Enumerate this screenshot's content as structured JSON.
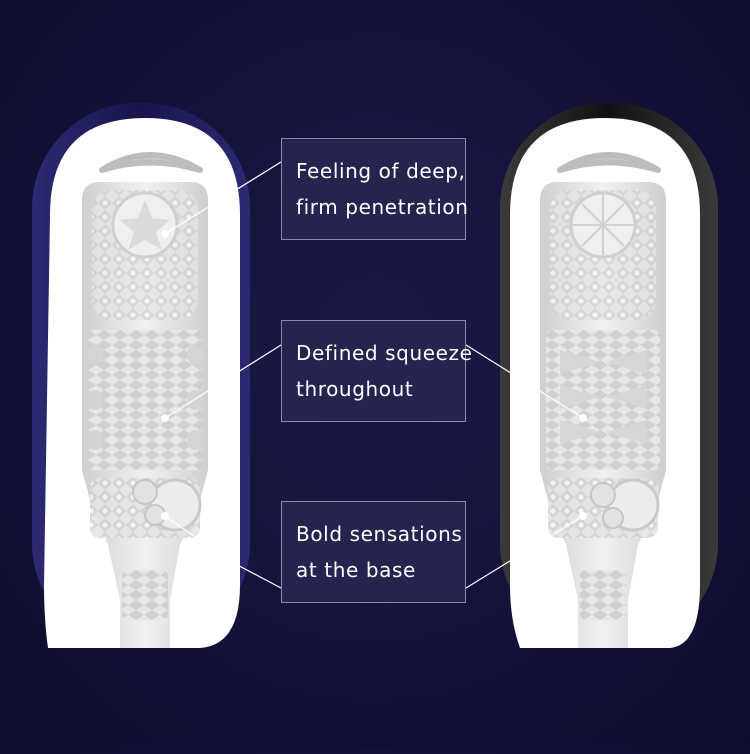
{
  "callouts": [
    {
      "line1": "Feeling of deep,",
      "line2": "firm penetration"
    },
    {
      "line1": "Defined squeeze",
      "line2": "throughout"
    },
    {
      "line1": "Bold sensations",
      "line2": "at the base"
    }
  ],
  "colors": {
    "background": "#12123a",
    "callout_fill": "#26244f",
    "callout_border": "#8b88ad",
    "left_device_shell": "#1f1d55",
    "right_device_shell": "#1e1e1e",
    "device_body": "#ffffff",
    "insert": "#e6e6e6"
  }
}
